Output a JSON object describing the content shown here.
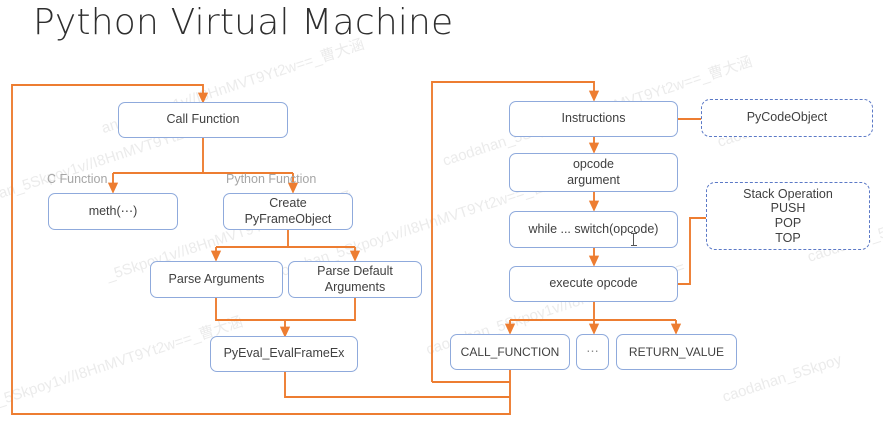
{
  "page": {
    "title": "Python Virtual Machine",
    "background": "#ffffff",
    "accent_edge_color": "#ed7d31",
    "node_border_color": "#8faadc",
    "dashed_border_color": "#5b79c6",
    "label_color": "#a6a6a6"
  },
  "group_labels": {
    "c_function": "C Function",
    "python_function": "Python Function"
  },
  "nodes": {
    "call_function": "Call Function",
    "meth": "meth(⋯)",
    "create_pyframeobject_line1": "Create",
    "create_pyframeobject_line2": "PyFrameObject",
    "parse_arguments": "Parse Arguments",
    "parse_default_arguments_line1": "Parse Default",
    "parse_default_arguments_line2": "Arguments",
    "pyeval_evalframeex": "PyEval_EvalFrameEx",
    "instructions": "Instructions",
    "opcode_line1": "opcode",
    "opcode_line2": "argument",
    "while_switch": "while ... switch(opcode)",
    "execute_opcode": "execute opcode",
    "call_function_op": "CALL_FUNCTION",
    "ellipsis_op": "⋯",
    "return_value_op": "RETURN_VALUE",
    "pycodeobject": "PyCodeObject",
    "stack_operation_title": "Stack Operation",
    "stack_operation_push": "PUSH",
    "stack_operation_pop": "POP",
    "stack_operation_top": "TOP"
  },
  "watermarks": [
    "an_5Skpoy1v//I8HnMVT9Yt2w==_曹大涵",
    "caodahan_5Skpoy1v//I8HnMVT9Yt2w==_曹大涵",
    "_5Skpoy1v//I8HnMVT9Yt2w==_曹大涵",
    "caodahan_5Skpoy1v//I8HnMVT9Yt2w==",
    "caodahan_5Skpoy"
  ]
}
